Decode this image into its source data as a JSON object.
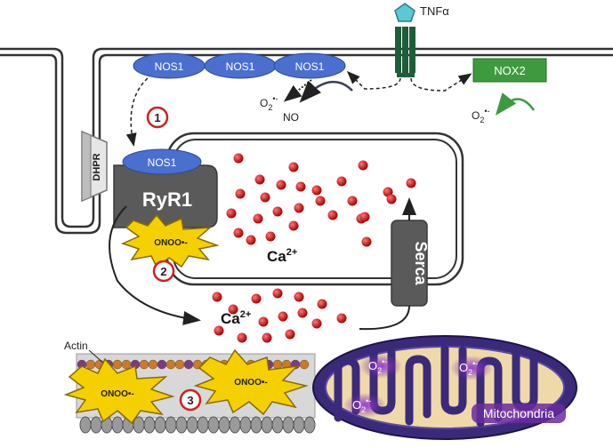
{
  "labels": {
    "tnf": "TNFα",
    "nos1": "NOS1",
    "nox2": "NOX2",
    "dhpr": "DHPR",
    "ryr1": "RyR1",
    "serca": "Serca",
    "ca_base": "Ca",
    "ca_sup": "2+",
    "o2_base": "O",
    "o2_sub": "2",
    "o2_sup": "•-",
    "no": "NO",
    "onoo": "ONOO•-",
    "actin": "Actin",
    "mitochondria": "Mitochondria"
  },
  "steps": [
    "1",
    "2",
    "3"
  ],
  "colors": {
    "nos1": "#4a6fcf",
    "nox2": "#3e9a3e",
    "ryr1": "#5a5a5a",
    "calcium": "#cc1111",
    "onoo": "#f5d000",
    "mitochondria_outer": "#3b2a7a",
    "mitochondria_inner": "#f0d9a8",
    "step_ring": "#cc2222"
  }
}
